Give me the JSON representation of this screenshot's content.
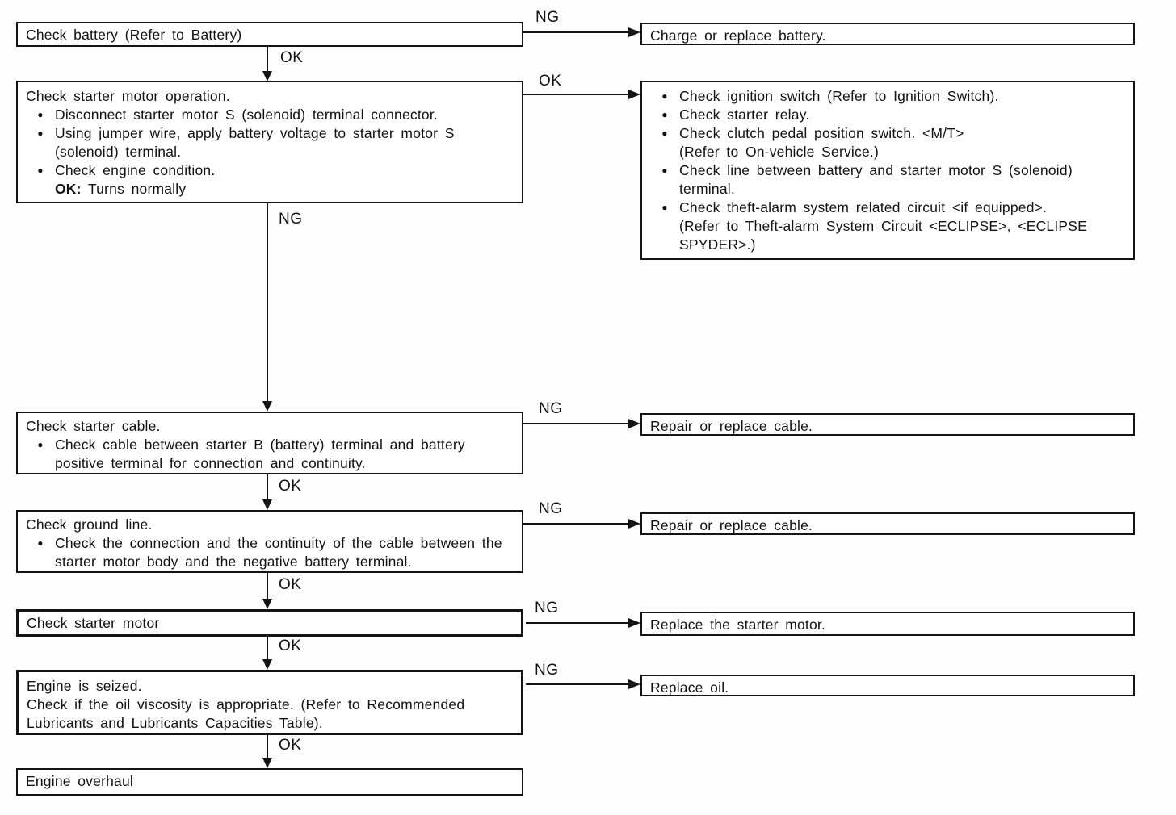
{
  "flowchart": {
    "labels": {
      "ok": "OK",
      "ng": "NG"
    },
    "icons": {
      "bullet": "●"
    },
    "left_boxes": [
      {
        "title": "Check battery (Refer to Battery)"
      },
      {
        "title": "Check starter motor operation.",
        "bullets": [
          {
            "text": "Disconnect starter motor S (solenoid) terminal connector."
          },
          {
            "text": "Using jumper wire, apply battery voltage to starter motor S (solenoid) terminal."
          },
          {
            "text": "Check engine condition.",
            "result_bold": "OK:",
            "result_text": "Turns normally"
          }
        ]
      },
      {
        "title": "Check starter cable.",
        "bullets": [
          {
            "text": "Check cable between starter B (battery) terminal and battery positive terminal for connection and continuity."
          }
        ]
      },
      {
        "title": "Check ground line.",
        "bullets": [
          {
            "text": "Check the connection and the continuity of the cable between the starter motor body and the negative battery terminal."
          }
        ]
      },
      {
        "title": "Check starter motor"
      },
      {
        "title": "Engine is seized.",
        "line2": "Check if the oil viscosity is appropriate. (Refer to Recommended Lubricants and Lubricants Capacities Table)."
      },
      {
        "title": "Engine overhaul"
      }
    ],
    "right_boxes": [
      {
        "text": "Charge or replace battery."
      },
      {
        "bullets": [
          {
            "text": "Check ignition switch (Refer to Ignition Switch)."
          },
          {
            "text": "Check starter relay."
          },
          {
            "text": "Check clutch pedal position switch. <M/T>",
            "note": "(Refer to On-vehicle Service.)"
          },
          {
            "text": "Check line between battery and starter motor S (solenoid) terminal."
          },
          {
            "text": "Check theft-alarm system related circuit <if equipped>.",
            "note": "(Refer to Theft-alarm System Circuit <ECLIPSE>, <ECLIPSE SPYDER>.)"
          }
        ]
      },
      {
        "text": "Repair or replace cable."
      },
      {
        "text": "Repair or replace cable."
      },
      {
        "text": "Replace the starter motor."
      },
      {
        "text": "Replace oil."
      }
    ]
  }
}
